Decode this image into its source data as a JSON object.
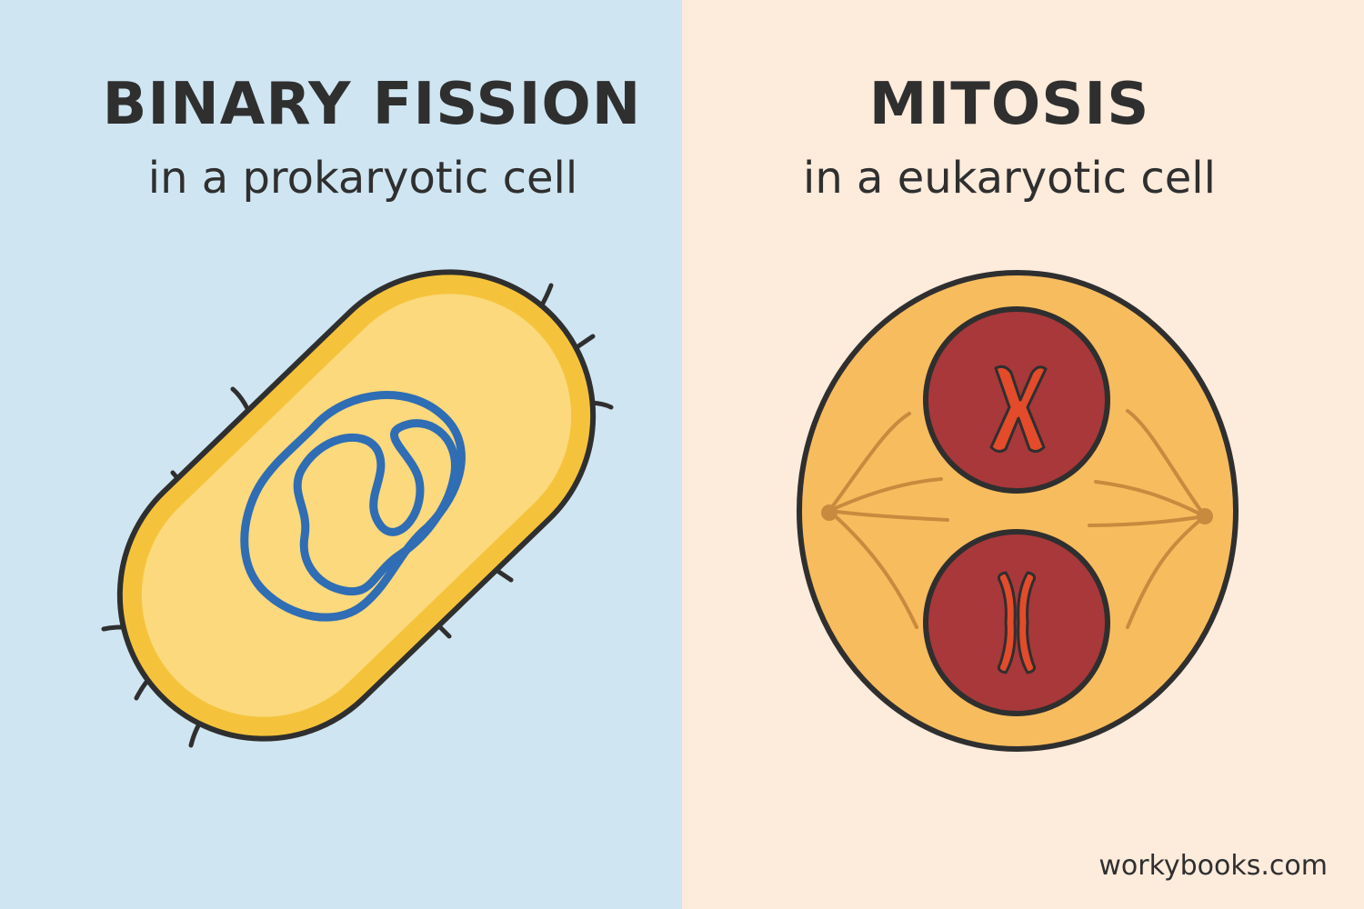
{
  "left": {
    "title": "BINARY FISSION",
    "subtitle": "in a prokaryotic cell",
    "background": "#cfe5f2"
  },
  "right": {
    "title": "MITOSIS",
    "subtitle": "in a eukaryotic cell",
    "background": "#fdebdc"
  },
  "watermark": "workybooks.com",
  "colors": {
    "cell_outer": "#f5c33b",
    "cell_inner": "#fbd97c",
    "dna": "#2f6db4",
    "eukaryote_cytoplasm": "#f7bc5e",
    "nucleus": "#a8383a",
    "chromosome": "#e34b2a",
    "spindle": "#c88a3e",
    "outline": "#2f2f2f"
  }
}
